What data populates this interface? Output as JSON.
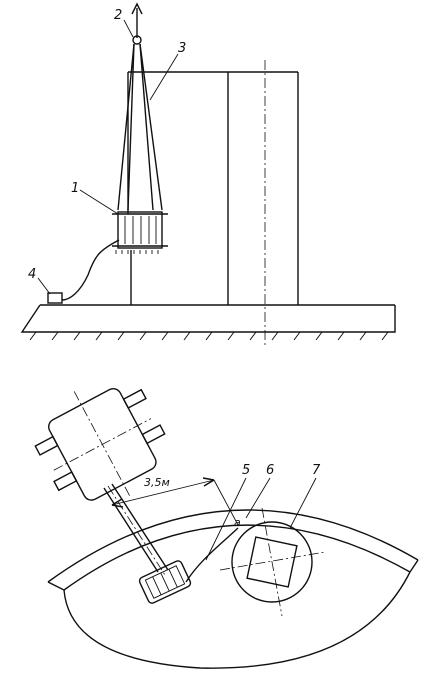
{
  "labels": {
    "crane_rig": "1",
    "hook": "2",
    "sling": "3",
    "control_box": "4",
    "cable": "5",
    "point_a": "a",
    "tower_edge": "6",
    "tank": "7",
    "distance": "3,5м"
  },
  "colors": {
    "ink": "#111111",
    "paper": "#ffffff"
  }
}
